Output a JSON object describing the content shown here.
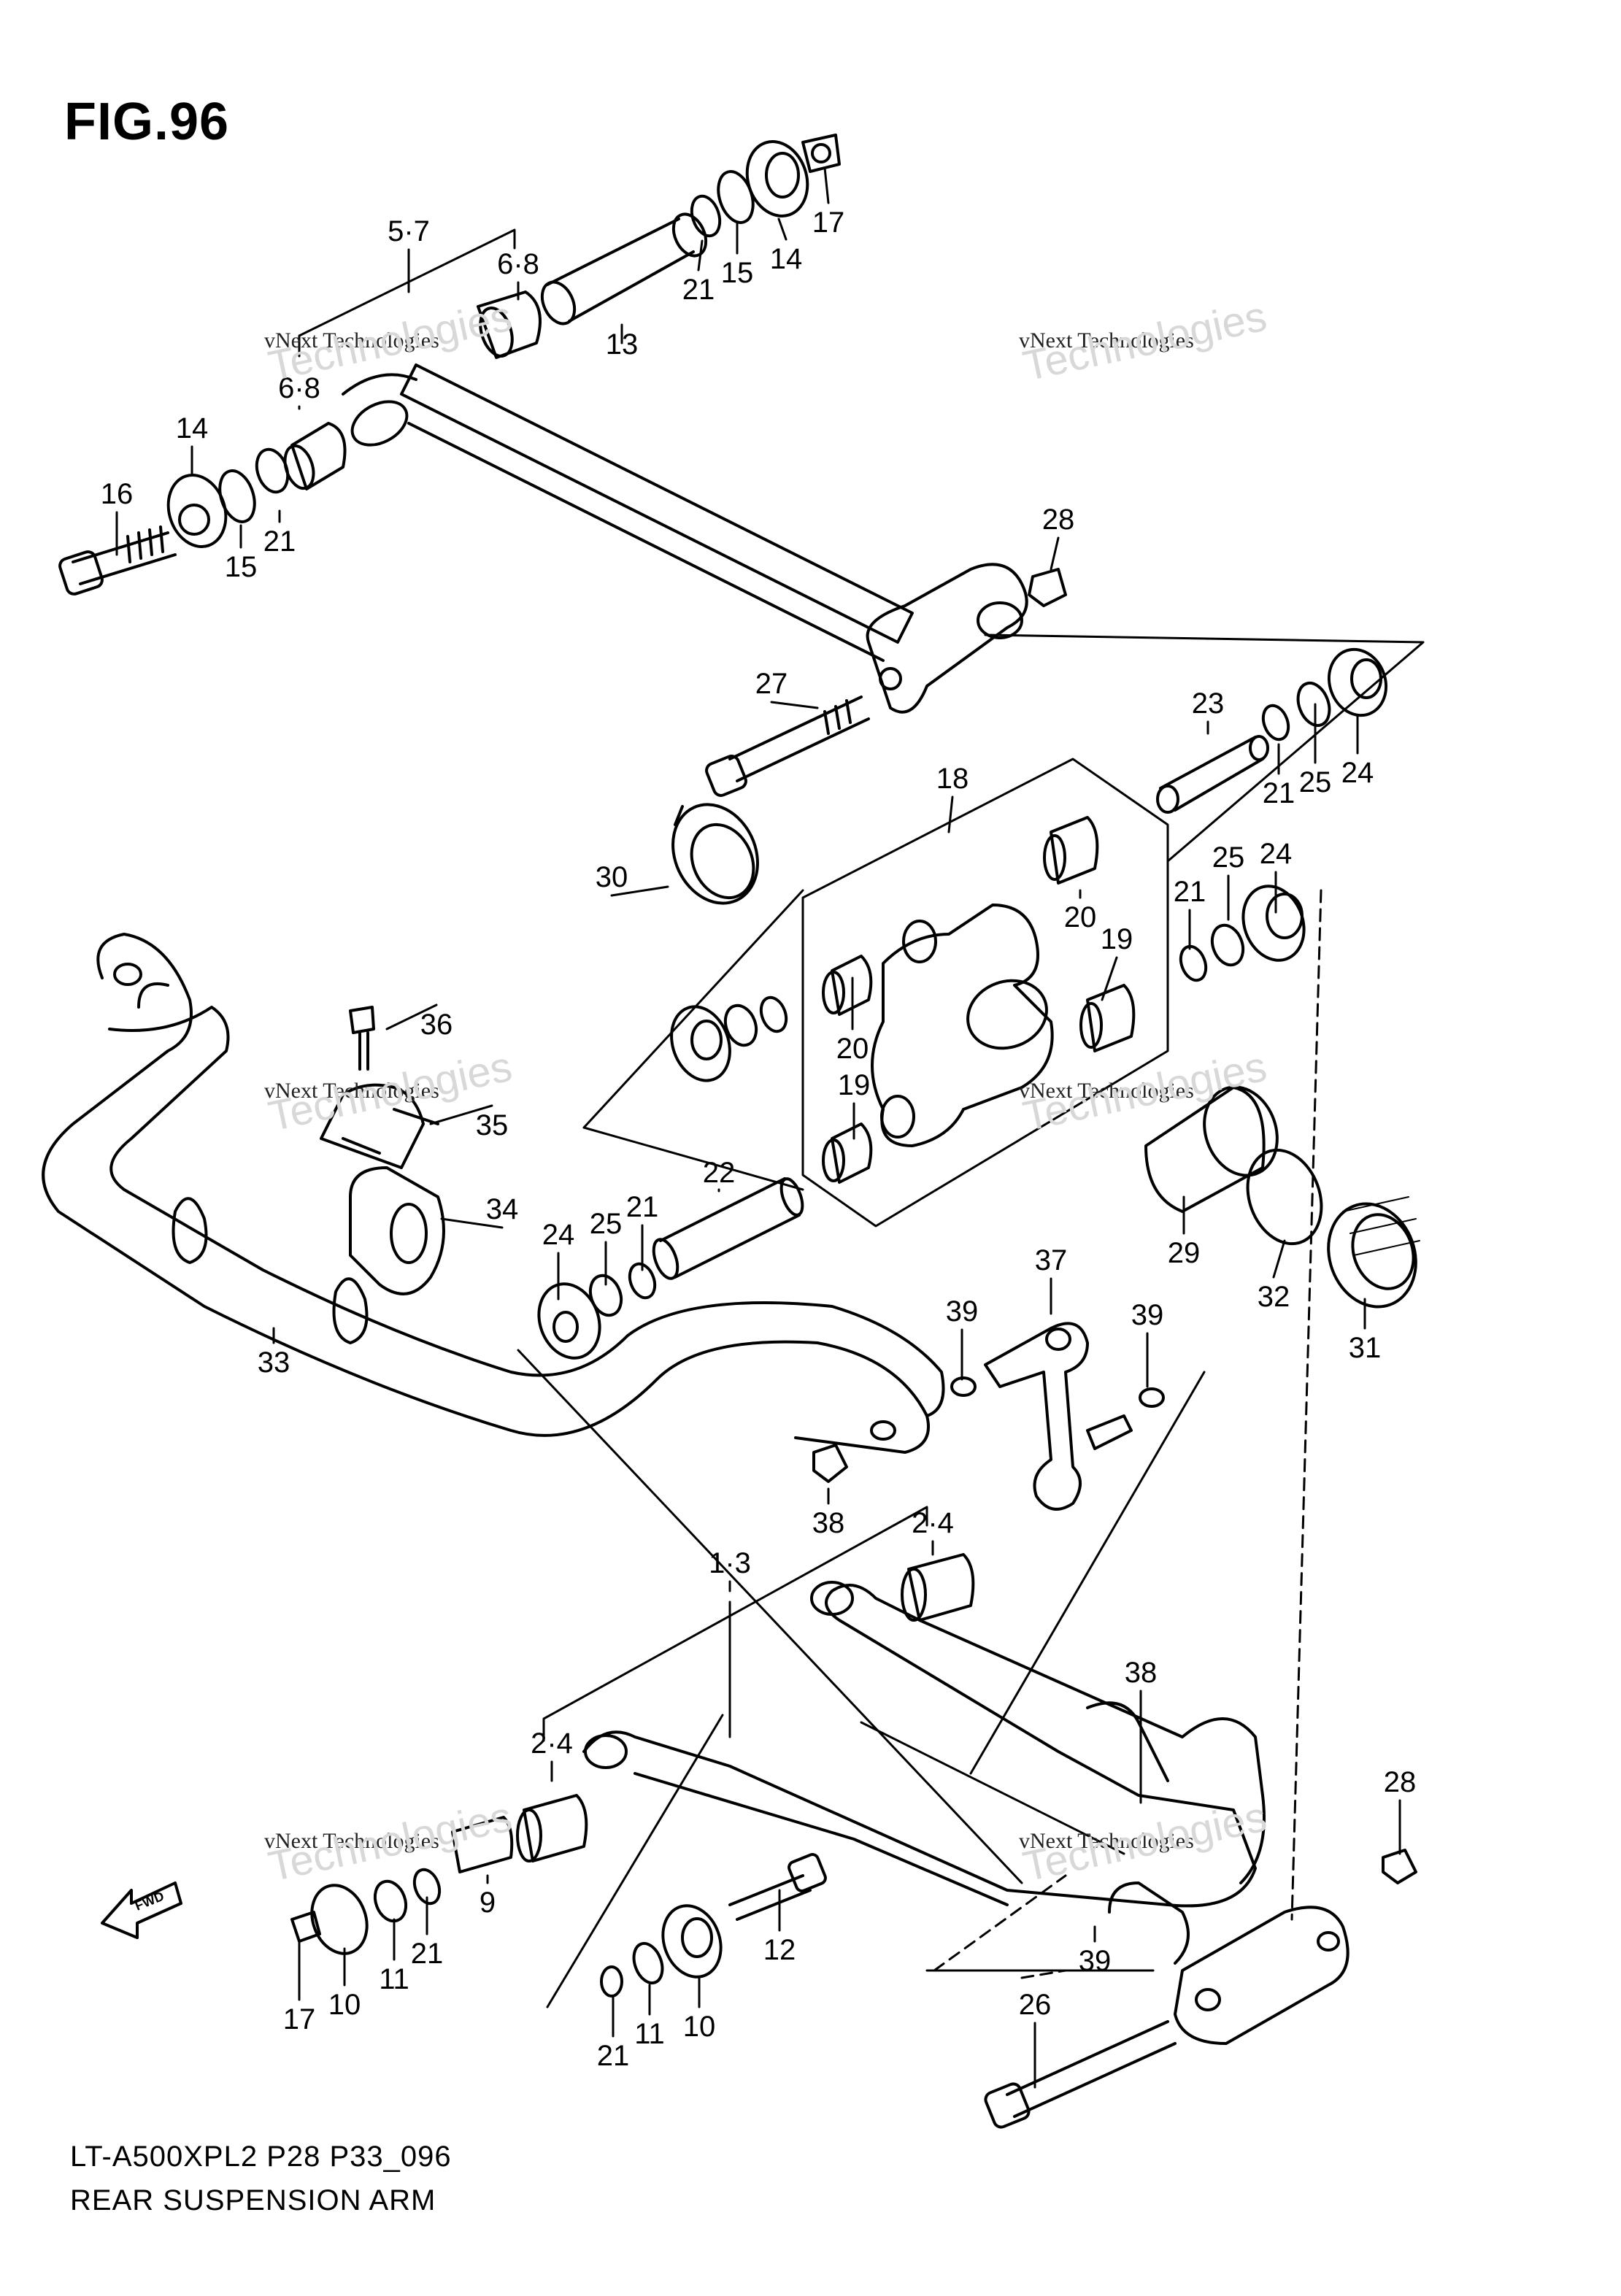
{
  "figure_title": "FIG.96",
  "model_code": "LT-A500XPL2 P28 P33_096",
  "diagram_name": "REAR SUSPENSION ARM",
  "fwd_label": "FWD",
  "watermark": {
    "line1": "vNext Technologies",
    "line2": "vNext",
    "line3": "Technologies"
  },
  "callouts": [
    "5·7",
    "6·8",
    "6·8",
    "13",
    "14",
    "15",
    "16",
    "17",
    "21",
    "15",
    "14",
    "21",
    "28",
    "27",
    "23",
    "21",
    "25",
    "24",
    "18",
    "30",
    "20",
    "19",
    "25",
    "24",
    "21",
    "20",
    "36",
    "35",
    "34",
    "33",
    "21",
    "25",
    "24",
    "19",
    "22",
    "29",
    "32",
    "31",
    "37",
    "39",
    "39",
    "38",
    "2·4",
    "1·3",
    "38",
    "2·4",
    "28",
    "9",
    "12",
    "10",
    "11",
    "21",
    "17",
    "10",
    "11",
    "21",
    "39",
    "26"
  ]
}
